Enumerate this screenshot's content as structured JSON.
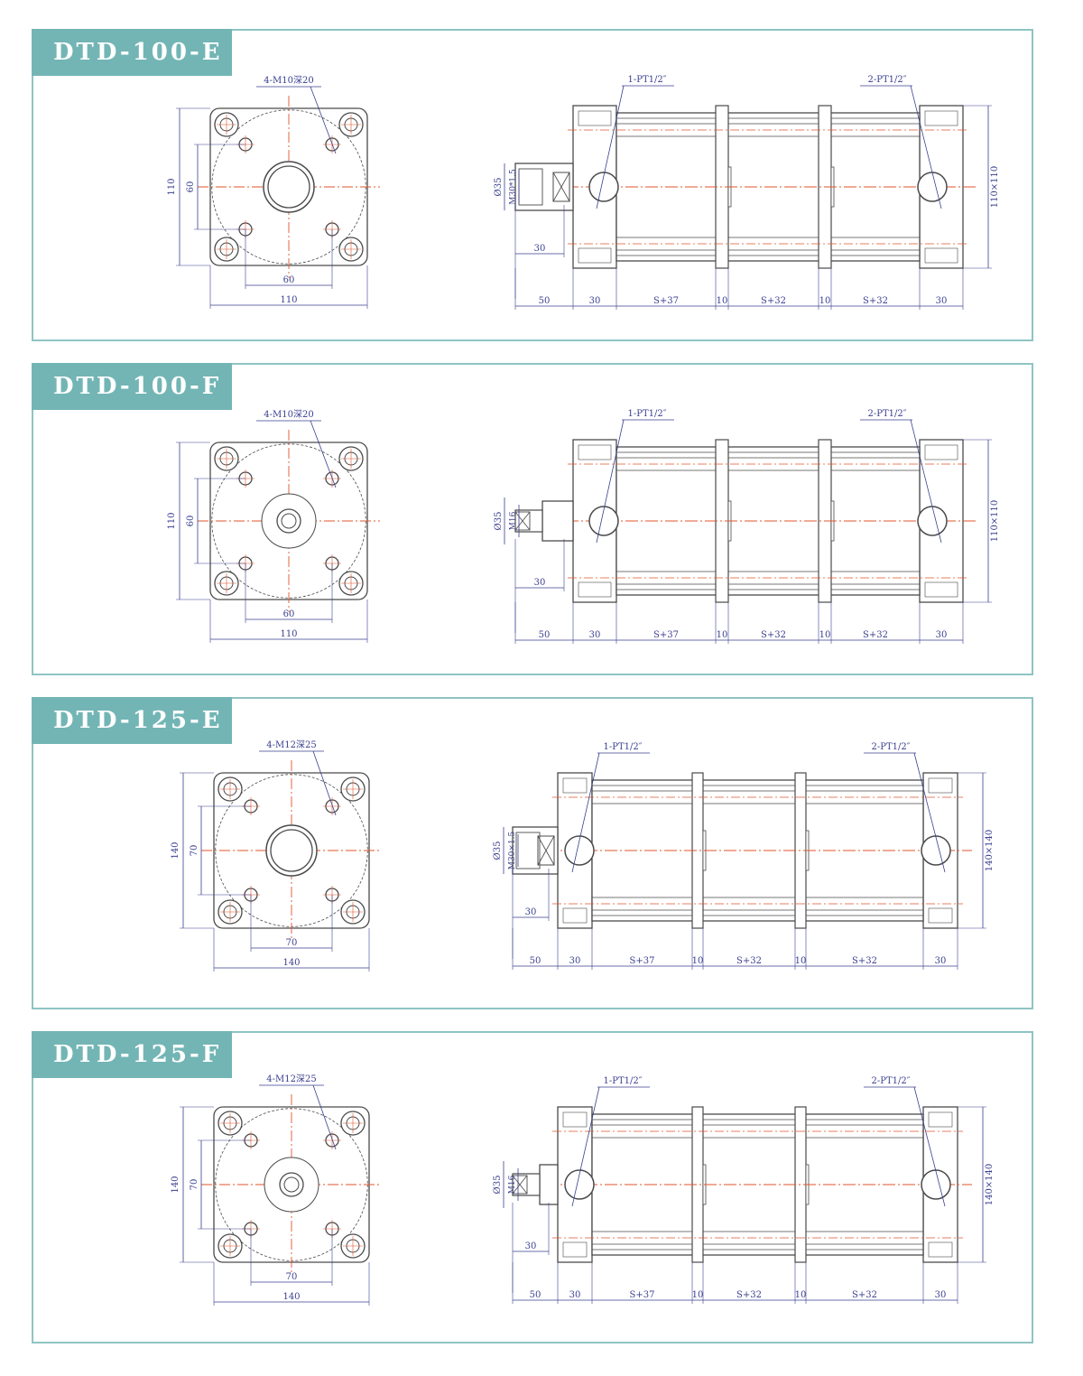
{
  "panels": [
    {
      "model": "DTD-100-E",
      "thread_note": "4-M10深20",
      "front_outer": "110",
      "front_inner": "60",
      "rod_dia": "Ø35",
      "rod_thread": "M30*1.5",
      "rod_len": "30",
      "port1": "1-PT1/2″",
      "port2": "2-PT1/2″",
      "section": "110×110",
      "dims": [
        "50",
        "30",
        "S+37",
        "10",
        "S+32",
        "10",
        "S+32",
        "30"
      ]
    },
    {
      "model": "DTD-100-F",
      "thread_note": "4-M10深20",
      "front_outer": "110",
      "front_inner": "60",
      "rod_dia": "Ø35",
      "rod_thread": "M16",
      "rod_len": "30",
      "port1": "1-PT1/2″",
      "port2": "2-PT1/2″",
      "section": "110×110",
      "dims": [
        "50",
        "30",
        "S+37",
        "10",
        "S+32",
        "10",
        "S+32",
        "30"
      ]
    },
    {
      "model": "DTD-125-E",
      "thread_note": "4-M12深25",
      "front_outer": "140",
      "front_inner": "70",
      "rod_dia": "Ø35",
      "rod_thread": "M30×1.5",
      "rod_len": "30",
      "port1": "1-PT1/2″",
      "port2": "2-PT1/2″",
      "section": "140×140",
      "dims": [
        "50",
        "30",
        "S+37",
        "10",
        "S+32",
        "10",
        "S+32",
        "30"
      ]
    },
    {
      "model": "DTD-125-F",
      "thread_note": "4-M12深25",
      "front_outer": "140",
      "front_inner": "70",
      "rod_dia": "Ø35",
      "rod_thread": "M16",
      "rod_len": "30",
      "port1": "1-PT1/2″",
      "port2": "2-PT1/2″",
      "section": "140×140",
      "dims": [
        "50",
        "30",
        "S+37",
        "10",
        "S+32",
        "10",
        "S+32",
        "30"
      ]
    }
  ],
  "colors": {
    "frame": "#8fc4c4",
    "tag": "#73b5b5",
    "line": "#4a4a4a",
    "dim": "#3a3f8f",
    "center": "#e0552b"
  }
}
